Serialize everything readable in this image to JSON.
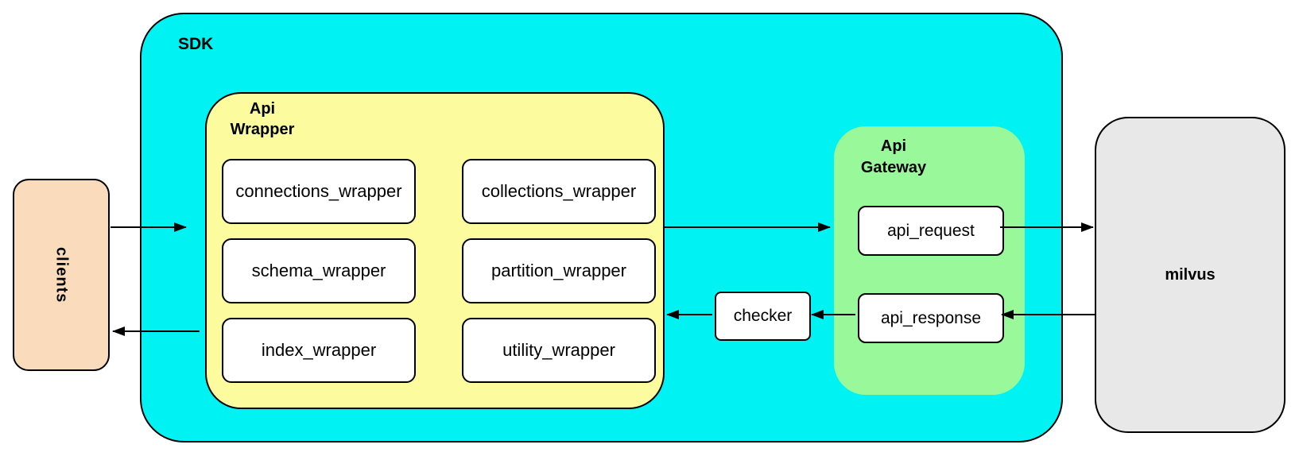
{
  "clients": {
    "label": "clients"
  },
  "sdk": {
    "label": "SDK",
    "api_wrapper": {
      "label_line1": "Api",
      "label_line2": "Wrapper",
      "column1": [
        "connections_wrapper",
        "schema_wrapper",
        "index_wrapper"
      ],
      "column2": [
        "collections_wrapper",
        "partition_wrapper",
        "utility_wrapper"
      ]
    },
    "checker": {
      "label": "checker"
    },
    "api_gateway": {
      "label_line1": "Api",
      "label_line2": "Gateway",
      "request_label": "api_request",
      "response_label": "api_response"
    }
  },
  "milvus": {
    "label": "milvus"
  },
  "colors": {
    "sdk_fill": "#00F2F2",
    "api_wrapper_fill": "#FCFC9E",
    "api_gateway_fill": "#99F899",
    "clients_fill": "#FADCBC",
    "milvus_fill": "#E8E8E8",
    "inner_box_fill": "#FFFFFF",
    "border_and_arrows": "#000000"
  }
}
